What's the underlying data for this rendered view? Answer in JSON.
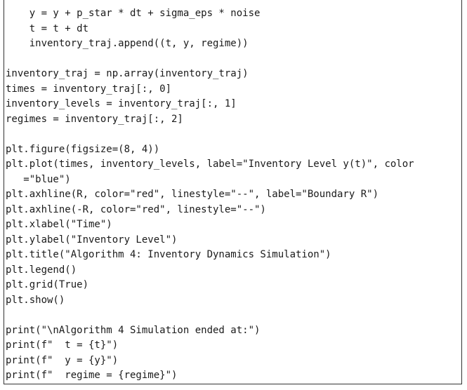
{
  "code": {
    "lines": [
      "    y = y + p_star * dt + sigma_eps * noise",
      "    t = t + dt",
      "    inventory_traj.append((t, y, regime))",
      "",
      "inventory_traj = np.array(inventory_traj)",
      "times = inventory_traj[:, 0]",
      "inventory_levels = inventory_traj[:, 1]",
      "regimes = inventory_traj[:, 2]",
      "",
      "plt.figure(figsize=(8, 4))",
      "plt.plot(times, inventory_levels, label=\"Inventory Level y(t)\", color",
      "   =\"blue\")",
      "plt.axhline(R, color=\"red\", linestyle=\"--\", label=\"Boundary R\")",
      "plt.axhline(-R, color=\"red\", linestyle=\"--\")",
      "plt.xlabel(\"Time\")",
      "plt.ylabel(\"Inventory Level\")",
      "plt.title(\"Algorithm 4: Inventory Dynamics Simulation\")",
      "plt.legend()",
      "plt.grid(True)",
      "plt.show()",
      "",
      "print(\"\\nAlgorithm 4 Simulation ended at:\")",
      "print(f\"  t = {t}\")",
      "print(f\"  y = {y}\")",
      "print(f\"  regime = {regime}\")"
    ]
  }
}
